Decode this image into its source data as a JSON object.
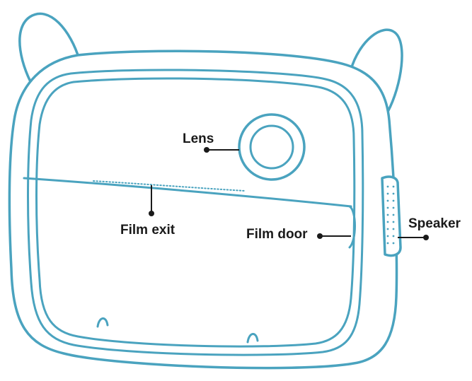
{
  "colors": {
    "outline": "#4aa3bf",
    "label_text": "#1a1a1a",
    "background": "#ffffff"
  },
  "callouts": {
    "lens": "Lens",
    "film_exit": "Film exit",
    "film_door": "Film door",
    "speaker": "Speaker"
  }
}
